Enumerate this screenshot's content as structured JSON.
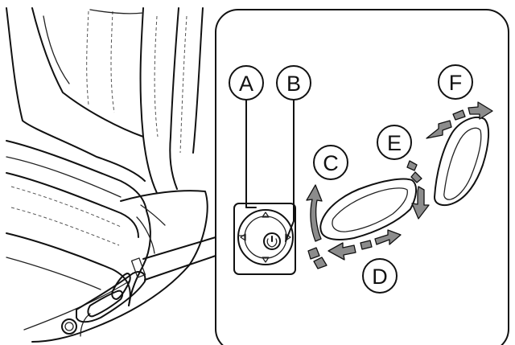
{
  "labels": {
    "a": "A",
    "b": "B",
    "c": "C",
    "d": "D",
    "e": "E",
    "f": "F"
  },
  "colors": {
    "line": "#111111",
    "arrow_fill": "#8c8c8c",
    "switch_fill": "#a8a8a8",
    "switch_inner": "#d4d4d4",
    "background": "#ffffff"
  },
  "icons": {
    "control_a": "four-way-dial-icon",
    "control_b": "power-lock-button-icon"
  }
}
